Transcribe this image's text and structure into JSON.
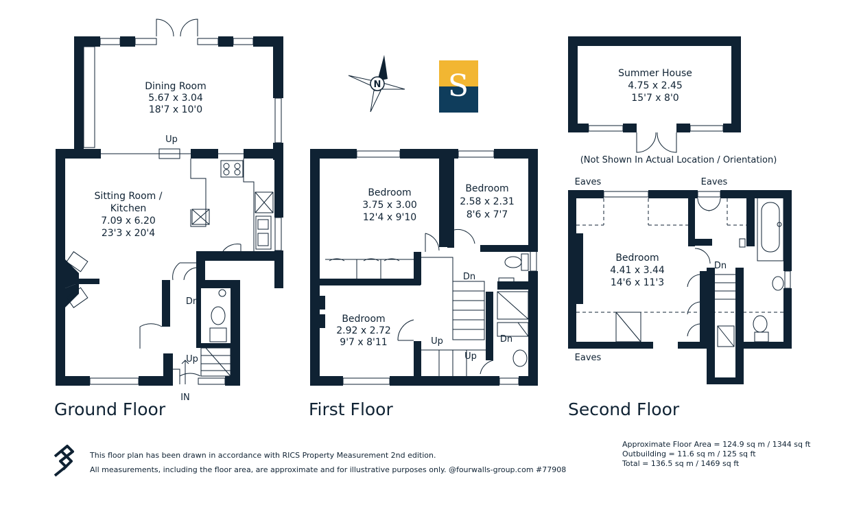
{
  "colors": {
    "wall": "#0f2233",
    "brand_yellow": "#f2b632",
    "brand_navy": "#0f3d5c"
  },
  "compass": {
    "label": "N"
  },
  "brand": {
    "letter": "S"
  },
  "ground_floor": {
    "title": "Ground Floor",
    "dining": {
      "name": "Dining Room",
      "metric": "5.67 x 3.04",
      "imperial": "18'7 x 10'0"
    },
    "sitting": {
      "name1": "Sitting Room /",
      "name2": "Kitchen",
      "metric": "7.09 x 6.20",
      "imperial": "23'3 x 20'4"
    },
    "labels": {
      "up_top": "Up",
      "dn": "Dn",
      "up_bottom": "Up",
      "in": "IN"
    }
  },
  "first_floor": {
    "title": "First Floor",
    "bedroom_a": {
      "name": "Bedroom",
      "metric": "3.75 x 3.00",
      "imperial": "12'4 x 9'10"
    },
    "bedroom_b": {
      "name": "Bedroom",
      "metric": "2.58 x 2.31",
      "imperial": "8'6 x 7'7"
    },
    "bedroom_c": {
      "name": "Bedroom",
      "metric": "2.92 x 2.72",
      "imperial": "9'7 x 8'11"
    },
    "labels": {
      "dn_top": "Dn",
      "up_left": "Up",
      "up_right": "Up",
      "dn_right": "Dn"
    }
  },
  "outbuilding": {
    "name": "Summer House",
    "metric": "4.75 x 2.45",
    "imperial": "15'7 x 8'0",
    "note": "(Not Shown In Actual Location / Orientation)"
  },
  "second_floor": {
    "title": "Second Floor",
    "bedroom": {
      "name": "Bedroom",
      "metric": "4.41 x 3.44",
      "imperial": "14'6 x 11'3"
    },
    "labels": {
      "eaves_tl": "Eaves",
      "eaves_tr": "Eaves",
      "eaves_bl": "Eaves",
      "dn": "Dn"
    }
  },
  "footer": {
    "line1": "This floor plan has been drawn in accordance with RICS Property Measurement 2nd edition.",
    "line2": "All measurements, including the floor area, are approximate and for illustrative purposes only. @fourwalls-group.com #77908"
  },
  "areas": {
    "line1": "Approximate Floor Area = 124.9 sq m / 1344 sq ft",
    "line2": "Outbuilding = 11.6 sq m / 125 sq ft",
    "line3": "Total = 136.5 sq m / 1469 sq ft"
  }
}
